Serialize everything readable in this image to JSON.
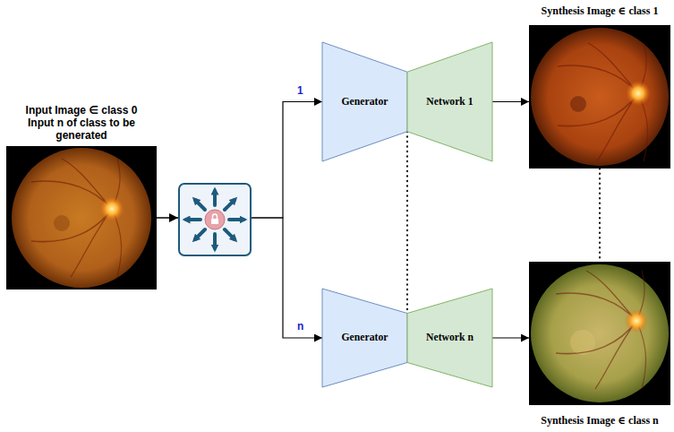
{
  "diagram": {
    "nodes": [
      {
        "text": [
          "Input Image ∈ class 0",
          "Input n of class to be generated"
        ]
      },
      {
        "text": [
          "Generator"
        ]
      },
      {
        "text": [
          "Network 1"
        ]
      },
      {
        "text": [
          "Synthesis Image ∈ class 1"
        ]
      },
      {
        "text": [
          "Generator"
        ]
      },
      {
        "text": [
          "Network n"
        ]
      },
      {
        "text": [
          "Synthesis Image ∈ class n"
        ]
      }
    ],
    "edges": [
      {
        "from": 0,
        "to": 1,
        "label": "1",
        "arrow": "to"
      },
      {
        "from": 0,
        "to": 4,
        "label": "n",
        "arrow": "to"
      },
      {
        "from": 2,
        "to": 3,
        "arrow": "to"
      },
      {
        "from": 5,
        "to": 6,
        "arrow": "to"
      },
      {
        "from": 1,
        "to": 4,
        "arrow": "none"
      },
      {
        "from": 3,
        "to": 6,
        "arrow": "none"
      }
    ]
  }
}
